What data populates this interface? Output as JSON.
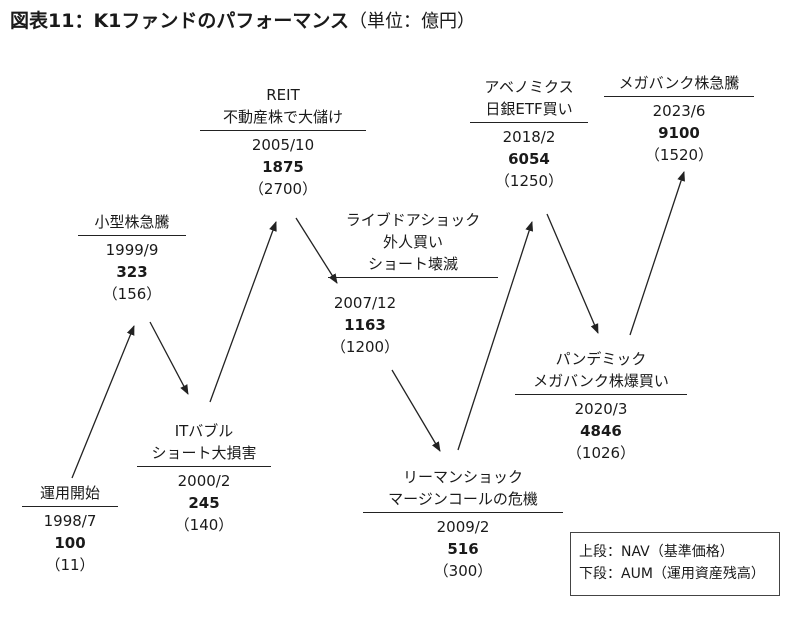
{
  "title": {
    "main": "図表11：K1ファンドのパフォーマンス",
    "sub": "（単位：億円）"
  },
  "nodes": [
    {
      "id": "start",
      "labels": [
        "運用開始"
      ],
      "date": "1998/7",
      "nav": "100",
      "aum": "（11）"
    },
    {
      "id": "smallcap",
      "labels": [
        "小型株急騰"
      ],
      "date": "1999/9",
      "nav": "323",
      "aum": "（156）"
    },
    {
      "id": "itbubble",
      "labels": [
        "ITバブル",
        "ショート大損害"
      ],
      "date": "2000/2",
      "nav": "245",
      "aum": "（140）"
    },
    {
      "id": "reit",
      "labels": [
        "REIT",
        "不動産株で大儲け"
      ],
      "date": "2005/10",
      "nav": "1875",
      "aum": "（2700）"
    },
    {
      "id": "livedoor",
      "labels": [
        "ライブドアショック",
        "外人買い",
        "ショート壊滅"
      ],
      "date": "2007/12",
      "nav": "1163",
      "aum": "（1200）"
    },
    {
      "id": "lehman",
      "labels": [
        "リーマンショック",
        "マージンコールの危機"
      ],
      "date": "2009/2",
      "nav": "516",
      "aum": "（300）"
    },
    {
      "id": "abenomics",
      "labels": [
        "アベノミクス",
        "日銀ETF買い"
      ],
      "date": "2018/2",
      "nav": "6054",
      "aum": "（1250）"
    },
    {
      "id": "pandemic",
      "labels": [
        "パンデミック",
        "メガバンク株爆買い"
      ],
      "date": "2020/3",
      "nav": "4846",
      "aum": "（1026）"
    },
    {
      "id": "megabank",
      "labels": [
        "メガバンク株急騰"
      ],
      "date": "2023/6",
      "nav": "9100",
      "aum": "（1520）"
    }
  ],
  "legend": {
    "line1": "上段：NAV（基準価格）",
    "line2": "下段：AUM（運用資産残高）"
  }
}
